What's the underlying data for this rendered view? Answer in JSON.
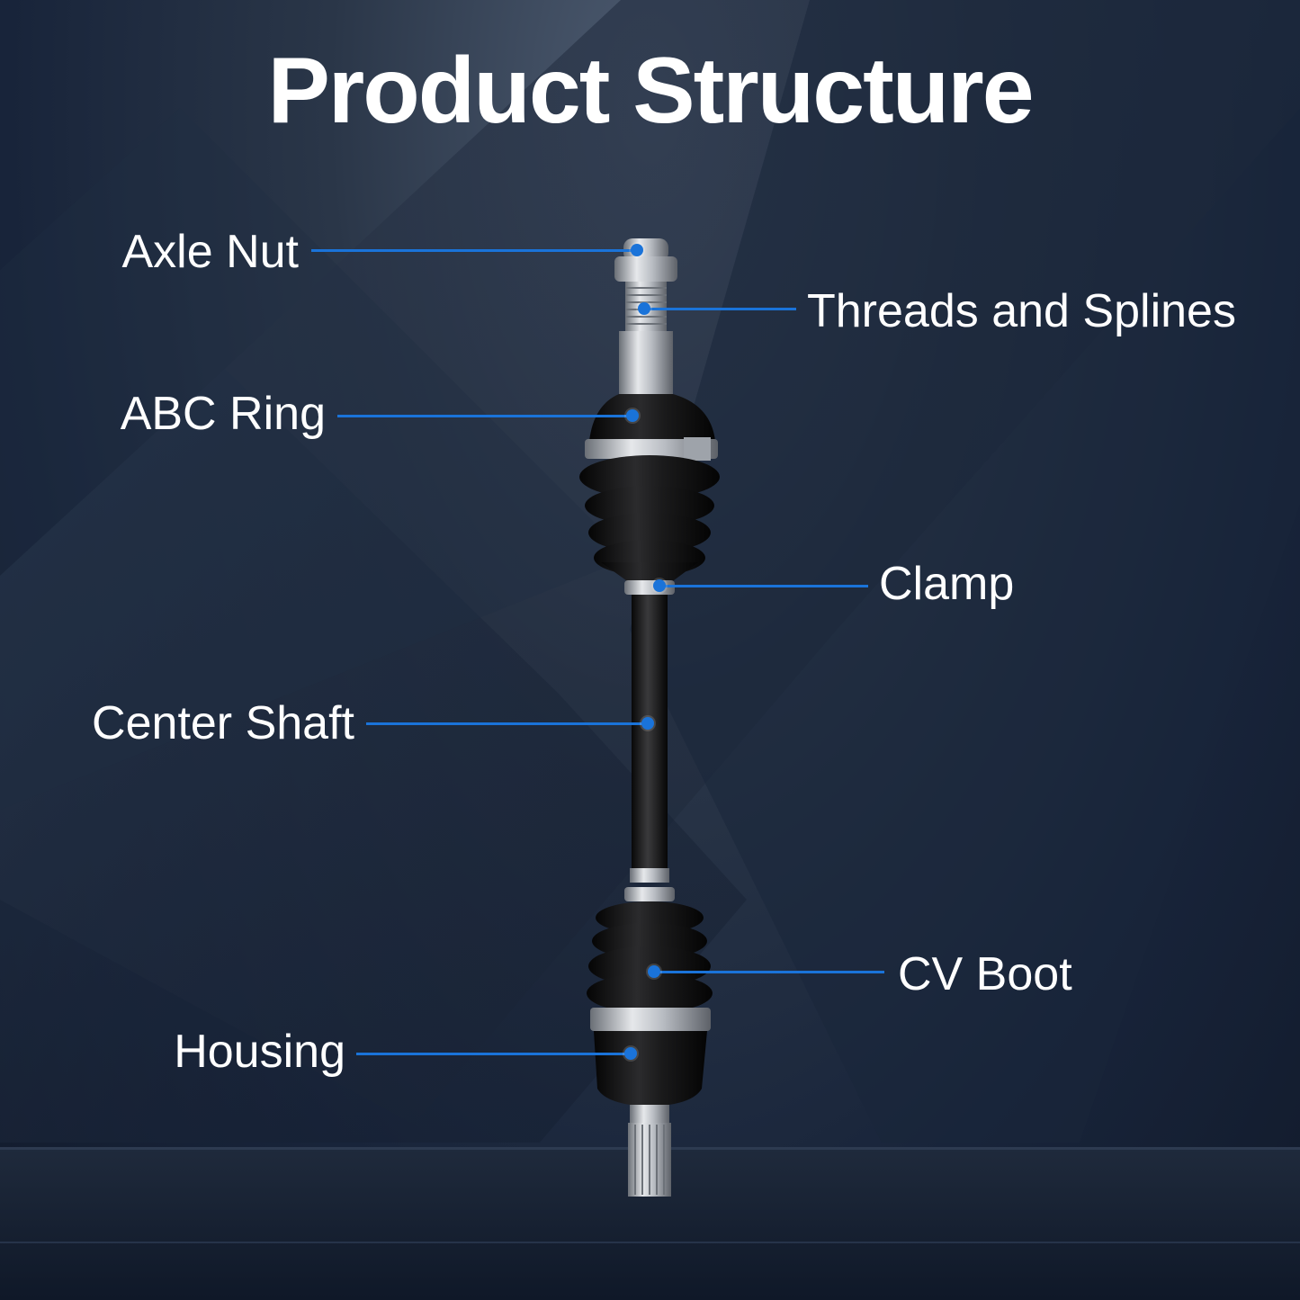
{
  "title": "Product Structure",
  "accent_color": "#1a73d9",
  "parts": {
    "axle_nut": "Axle Nut",
    "threads_splines": "Threads and Splines",
    "abc_ring": "ABC Ring",
    "clamp": "Clamp",
    "center_shaft": "Center Shaft",
    "cv_boot": "CV Boot",
    "housing": "Housing"
  }
}
